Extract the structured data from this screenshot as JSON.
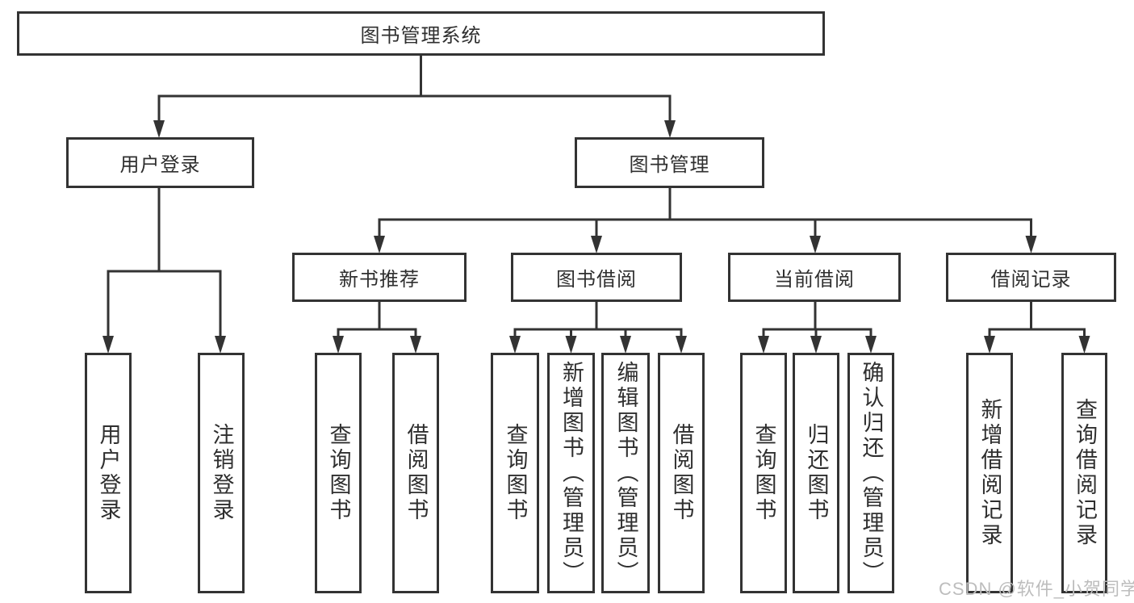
{
  "diagram": {
    "title": "图书管理系统",
    "branches": [
      {
        "label": "用户登录",
        "children": [
          {
            "label": "用户登录"
          },
          {
            "label": "注销登录"
          }
        ]
      },
      {
        "label": "图书管理",
        "children": [
          {
            "label": "新书推荐",
            "children": [
              {
                "label": "查询图书"
              },
              {
                "label": "借阅图书"
              }
            ]
          },
          {
            "label": "图书借阅",
            "children": [
              {
                "label": "查询图书"
              },
              {
                "label": "新增图书（管理员）"
              },
              {
                "label": "编辑图书（管理员）"
              },
              {
                "label": "借阅图书"
              }
            ]
          },
          {
            "label": "当前借阅",
            "children": [
              {
                "label": "查询图书"
              },
              {
                "label": "归还图书"
              },
              {
                "label": "确认归还（管理员）"
              }
            ]
          },
          {
            "label": "借阅记录",
            "children": [
              {
                "label": "新增借阅记录"
              },
              {
                "label": "查询借阅记录"
              }
            ]
          }
        ]
      }
    ]
  },
  "watermark": {
    "text": "CSDN @软件_小贺同学",
    "color": "#bdbdbd"
  },
  "colors": {
    "line": "#333333",
    "text": "#2f2f2f",
    "background": "#ffffff"
  }
}
